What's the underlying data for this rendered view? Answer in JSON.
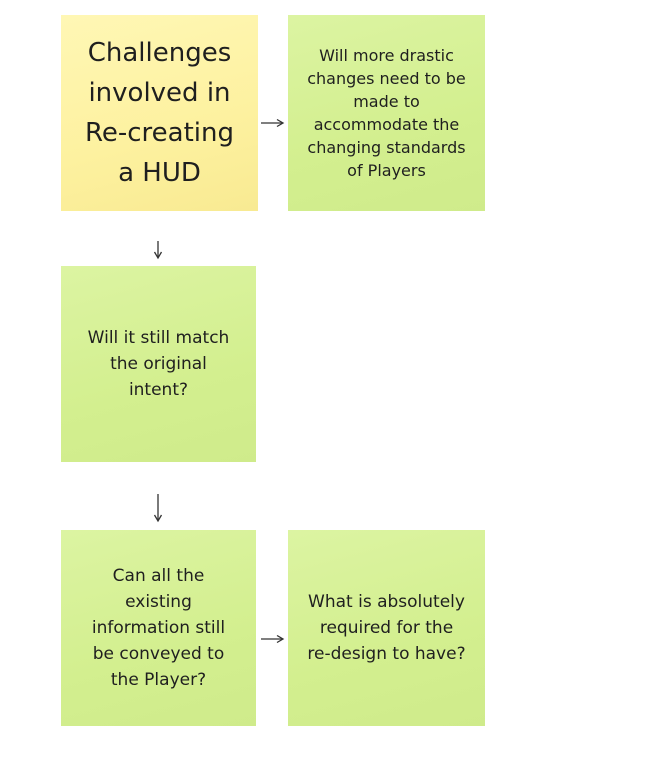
{
  "notes": {
    "title": "Challenges\ninvolved in\nRe-creating\na HUD",
    "q1": "Will more drastic\nchanges need to be\nmade to\naccommodate the\nchanging standards\nof Players",
    "q2": "Will it still match\nthe original\nintent?",
    "q3": "Can all the\nexisting\ninformation still\nbe conveyed to\nthe Player?",
    "q4": "What is absolutely\nrequired for the\nre-design to have?"
  },
  "colors": {
    "green_note": "#d8f29a",
    "yellow_note": "#fdf19f",
    "arrow": "#333333"
  }
}
